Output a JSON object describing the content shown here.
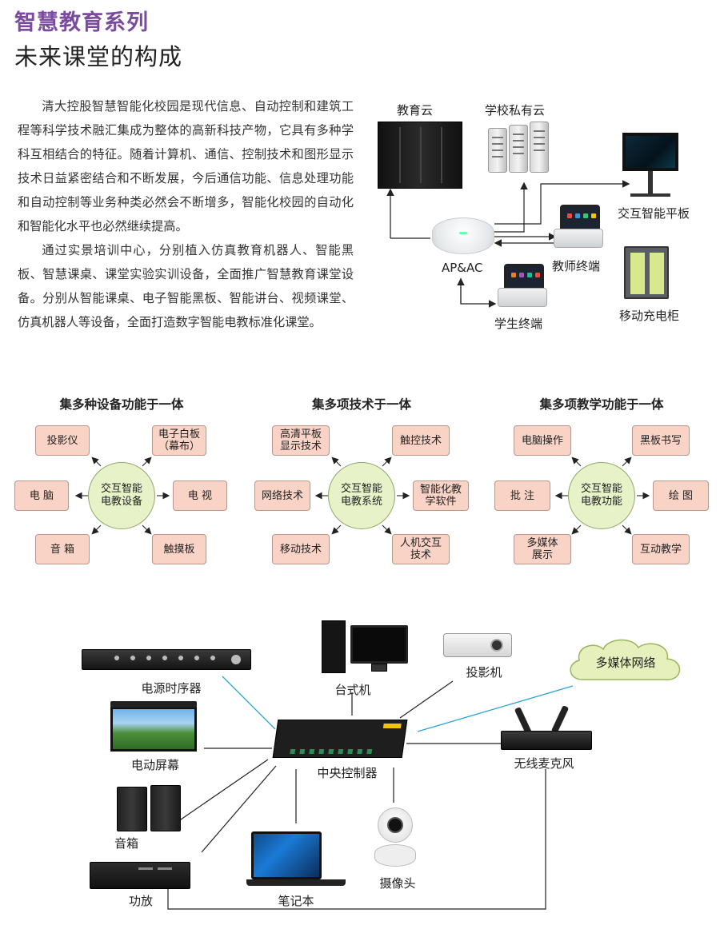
{
  "header": {
    "series": "智慧教育系列",
    "title": "未来课堂的构成"
  },
  "intro": {
    "p1": "清大控股智慧智能化校园是现代信息、自动控制和建筑工程等科学技术融汇集成为整体的高新科技产物，它具有多种学科互相结合的特征。随着计算机、通信、控制技术和图形显示技术日益紧密结合和不断发展，今后通信功能、信息处理功能和自动控制等业务种类必然会不断增多，智能化校园的自动化和智能化水平也必然继续提高。",
    "p2": "通过实景培训中心，分别植入仿真教育机器人、智能黑板、智慧课桌、课堂实验实训设备，全面推广智慧教育课堂设备。分别从智能课桌、电子智能黑板、智能讲台、视频课堂、仿真机器人等设备，全面打造数字智能电教标准化课堂。"
  },
  "network": {
    "edu_cloud": "教育云",
    "private_cloud": "学校私有云",
    "ap": "AP&AC",
    "teacher_terminal": "教师终端",
    "student_terminal": "学生终端",
    "smart_panel": "交互智能平板",
    "charging_cabinet": "移动充电柜"
  },
  "groups": [
    {
      "title": "集多种设备功能于一体",
      "center": "交互智能\n电教设备",
      "items": [
        "投影仪",
        "电子白板\n（幕布）",
        "电  脑",
        "电  视",
        "音  箱",
        "触摸板"
      ]
    },
    {
      "title": "集多项技术于一体",
      "center": "交互智能\n电教系统",
      "items": [
        "高清平板\n显示技术",
        "触控技术",
        "网络技术",
        "智能化教\n学软件",
        "移动技术",
        "人机交互\n技术"
      ]
    },
    {
      "title": "集多项教学功能于一体",
      "center": "交互智能\n电教功能",
      "items": [
        "电脑操作",
        "黑板书写",
        "批  注",
        "绘  图",
        "多媒体\n展示",
        "互动教学"
      ]
    }
  ],
  "classroom": {
    "power_sequencer": "电源时序器",
    "desktop": "台式机",
    "projector": "投影机",
    "multimedia_network": "多媒体网络",
    "motor_screen": "电动屏幕",
    "central_controller": "中央控制器",
    "wireless_mic": "无线麦克风",
    "speaker": "音箱",
    "camera": "摄像头",
    "amplifier": "功放",
    "laptop": "笔记本"
  }
}
